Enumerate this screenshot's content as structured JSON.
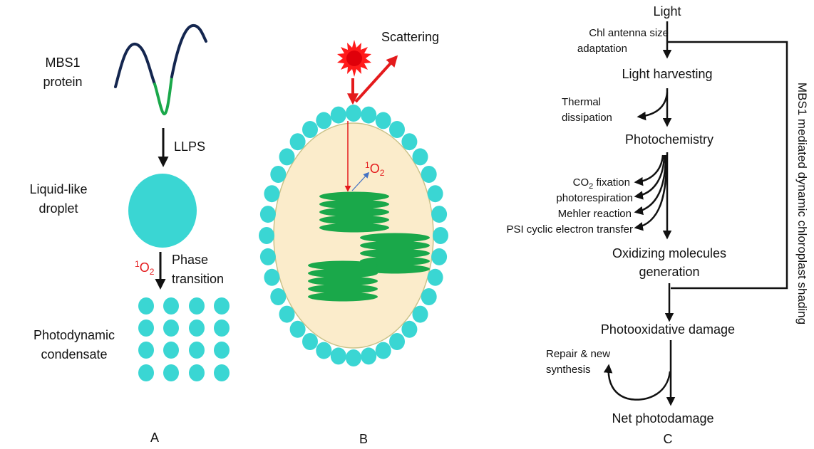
{
  "colors": {
    "droplet": "#3ad6d3",
    "protein_dark": "#14264f",
    "protein_green": "#1aa84a",
    "thylakoid": "#1aa84a",
    "chloroplast_fill": "#fbeccb",
    "sun": "#ff1a1a",
    "arrow_red": "#e41a1c",
    "arrow_blue": "#4472c4",
    "ink": "#111111"
  },
  "panel_a": {
    "protein_label_1": "MBS1",
    "protein_label_2": "protein",
    "llps": "LLPS",
    "droplet_label_1": "Liquid-like",
    "droplet_label_2": "droplet",
    "singlet_sup": "1",
    "singlet_base": "O",
    "singlet_sub": "2",
    "phase_1": "Phase",
    "phase_2": "transition",
    "condensate_1": "Photodynamic",
    "condensate_2": "condensate",
    "letter": "A"
  },
  "panel_b": {
    "scattering": "Scattering",
    "singlet_sup": "1",
    "singlet_base": "O",
    "singlet_sub": "2",
    "letter": "B"
  },
  "panel_c": {
    "light": "Light",
    "chl_1": "Chl antenna size",
    "chl_2": "adaptation",
    "harvesting": "Light harvesting",
    "thermal_1": "Thermal",
    "thermal_2": "dissipation",
    "photochemistry": "Photochemistry",
    "co2_base": "CO",
    "co2_sub": "2",
    "co2_rest": " fixation",
    "photorespiration": "photorespiration",
    "mehler": "Mehler reaction",
    "psi": "PSI cyclic electron transfer",
    "oxidizing_1": "Oxidizing molecules",
    "oxidizing_2": "generation",
    "photooxidative": "Photooxidative damage",
    "repair_1": "Repair & new",
    "repair_2": "synthesis",
    "net": "Net photodamage",
    "side_label": "MBS1 mediated dynamic chloroplast shading",
    "letter": "C"
  }
}
